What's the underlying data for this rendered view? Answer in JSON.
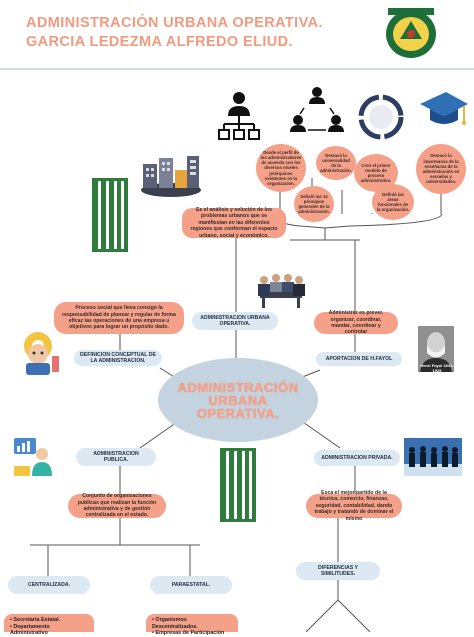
{
  "title": {
    "line1": "ADMINISTRACIÓN URBANA OPERATIVA.",
    "line2": "GARCIA LEDEZMA ALFREDO ELIUD."
  },
  "center": {
    "line1": "ADMINISTRACIÓN",
    "line2": "URBANA",
    "line3": "OPERATIVA."
  },
  "definition": {
    "text": "Proceso social que lleva consigo la responsabilidad de planear y regular de forma eficaz las operaciones de una empresa u objetivos para lograr un propósito dado.",
    "label": "DEFINICION CONCEPTUAL DE LA ADMINISTRACION."
  },
  "urban": {
    "label": "ADMINISTRACION URBANA OPERATIVA.",
    "text": "Es el análisis y solución de los problemas urbanos que se manifiestan en las diferentes regiones que conforman el espacio urbano, social y económico."
  },
  "fayol": {
    "text": "Administrar es prever, organizar, coordinar, mandar, coordinar y controlar",
    "label": "APORTACION DE H.FAYOL",
    "portrait_caption": "Henri Fayol 1841-1925"
  },
  "circles": [
    "Desde el perfil de los administradores de acuerdo con los diversos niveles jerárquicos existentes en la organización.",
    "Destacó la universalidad de la administración.",
    "Creó el primer modelo de proceso administrativo.",
    "Destacó la importancia de la enseñanza de la administración en escuelas y universidades.",
    "Señaló las 14 principios generales de la administración.",
    "Definió las áreas funcionales de la organización."
  ],
  "publica": {
    "label": "ADMINISTRACION PUBLICA.",
    "text": "Conjunto de organizaciones publicas que realizan la función administrativa y de gestión centralizada en el estado."
  },
  "privada": {
    "label": "ADMINISTRACION PRIVADA.",
    "text": "Esca el mejor partido de la técnica, comercio, finanzas, seguridad, contabilidad, dando trabajo y tratando de dominar el mismo"
  },
  "centralizada": {
    "label": "CENTRALIZADA.",
    "items": [
      "Secretaria Estatal.",
      "Departamento Administrativo"
    ]
  },
  "paraestatal": {
    "label": "PARAESTATAL.",
    "items": [
      "Organismos Descentralizados.",
      "Empresas de Participación"
    ]
  },
  "diferencias": {
    "label": "DIFERENCIAS Y SIMILITUDES."
  },
  "icons": [
    "org-chart-icon",
    "team-network-icon",
    "cycle-diagram-icon",
    "graduation-cap-icon",
    "city-buildings-icon",
    "green-building-icon",
    "meeting-icon",
    "head-gears-icon",
    "portrait-photo",
    "data-analyst-icon",
    "business-people-photo"
  ],
  "colors": {
    "title": "#f19a7f",
    "salmon": "#f5a18a",
    "light_blue": "#dde9f2",
    "center_oval": "#c3d3df",
    "green": "#2e7d3c"
  }
}
